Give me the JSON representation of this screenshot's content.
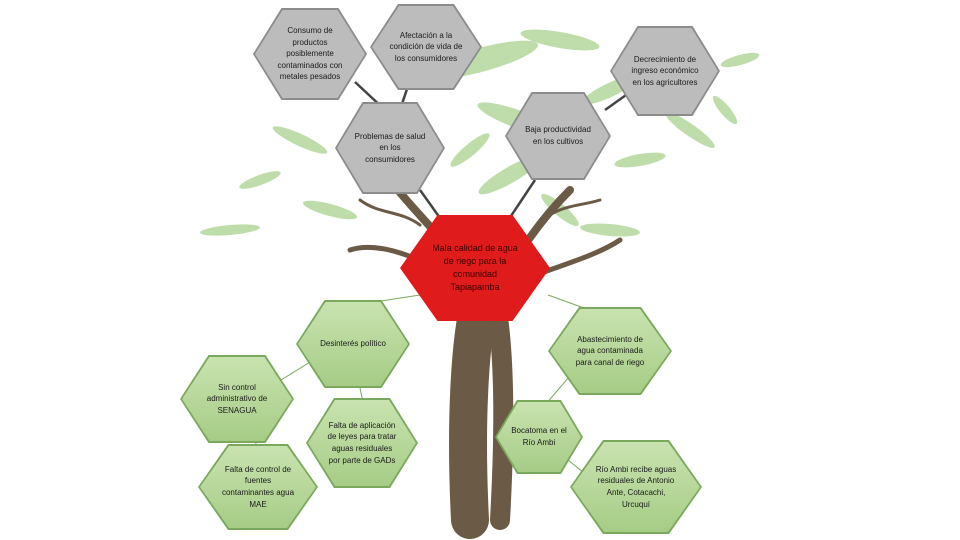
{
  "diagram": {
    "problem": "Mala calidad de agua de riego para la comunidad Tapiapamba",
    "effects": [
      "Consumo de productos posiblemente contaminados con metales pesados",
      "Afectación a la condición de vida de los consumidores",
      "Decrecimiento de ingreso económico en los agricultores",
      "Problemas de salud en los consumidores",
      "Baja productividad en los cultivos"
    ],
    "causes": [
      "Desinterés político",
      "Abastecimiento de agua contaminada para canal de riego",
      "Sin control administrativo de SENAGUA",
      "Falta de aplicación de leyes para tratar aguas residuales por parte de GADs",
      "Bocatoma en el Río Ambi",
      "Falta de control de fuentes contaminantes agua MAE",
      "Río Ambi recibe aguas residuales de Antonio Ante, Cotacachi, Urcuquí"
    ]
  },
  "colors": {
    "effect_fill": "#bcbcbc",
    "cause_fill": "#b5d89a",
    "problem_fill": "#e01b1b",
    "foliage": "#8cc267",
    "trunk": "#6b5a45"
  }
}
